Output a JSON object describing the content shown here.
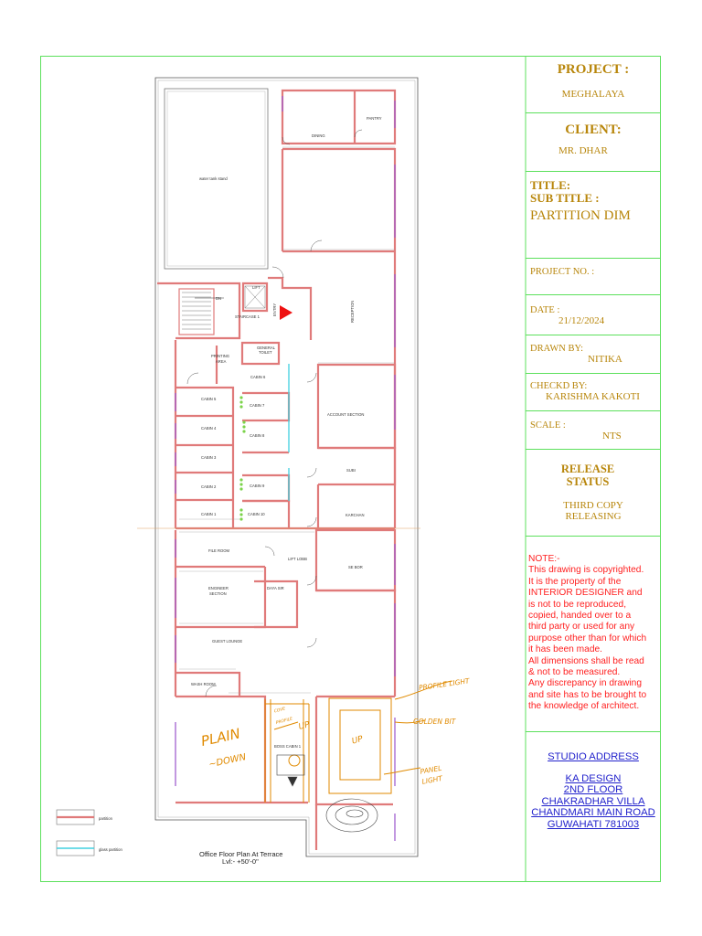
{
  "title_block": {
    "project_label": "PROJECT :",
    "project_value": "MEGHALAYA",
    "client_label": "CLIENT:",
    "client_value": "MR. DHAR",
    "title_label": "TITLE:",
    "subtitle_label": "SUB TITLE :",
    "subtitle_value": "PARTITION DIM",
    "project_no_label": "PROJECT NO. :",
    "date_label": "DATE :",
    "date_value": "21/12/2024",
    "drawn_by_label": "DRAWN BY:",
    "drawn_by_value": "NITIKA",
    "checked_by_label": "CHECKD BY:",
    "checked_by_value": "KARISHMA KAKOTI",
    "scale_label": "SCALE  :",
    "scale_value": "NTS",
    "release_label_1": "RELEASE",
    "release_label_2": "STATUS",
    "release_value_1": "THIRD COPY",
    "release_value_2": "RELEASING",
    "note_lines": [
      "NOTE:-",
      "This drawing is copyrighted.",
      "It is the property of the",
      "INTERIOR DESIGNER and",
      "is not to be reproduced,",
      "copied, handed over to a",
      "third party or used for any",
      "purpose other than for which",
      "it has been made.",
      "All dimensions shall be read",
      "& not to be measured.",
      "Any discrepancy in drawing",
      "and site has to be brought to",
      "the knowledge of architect."
    ],
    "studio_label": "STUDIO ADDRESS",
    "studio_lines": [
      "KA DESIGN",
      "2ND FLOOR",
      "CHAKRADHAR VILLA",
      "CHANDMARI MAIN ROAD",
      "GUWAHATI 781003"
    ]
  },
  "plan": {
    "caption_1": "Office Floor Plan At Terrace",
    "caption_2": "Lvl:- +50'-0\"",
    "legend": [
      {
        "label": "partition",
        "color": "#e07a7a"
      },
      {
        "label": "glass partition",
        "color": "#40d0e0"
      }
    ],
    "rooms": {
      "water_tank": "water tank stand",
      "dining": "DINING",
      "pantry": "PANTRY",
      "lift": "LIFT",
      "entry": "ENTRY",
      "staircase": "STAIRCASE 1",
      "dn": "DN",
      "reception": "RECEPTION",
      "printing": "PRINTING",
      "printing_2": "AREA",
      "general_toilet": "GENERAL",
      "general_toilet_2": "TOILET",
      "cabin_6": "CABIN 6",
      "cabin_5": "CABIN 5",
      "cabin_7": "CABIN 7",
      "cabin_4": "CABIN 4",
      "cabin_8": "CABIN 8",
      "cabin_3": "CABIN 3",
      "cabin_2": "CABIN 2",
      "cabin_9": "CABIN 9",
      "cabin_1": "CABIN 1",
      "cabin_10": "CABIN 10",
      "account_section": "ACCOUNT SECTION",
      "sub": "SUBI",
      "kitchen": "KARCHAN",
      "file_room": "FILE ROOM",
      "lift_lobby": "LIFT LOBB",
      "se_bor": "SE BOR",
      "engineer": "ENGINEER",
      "engineer_2": "SECTION",
      "daya_sir": "DAYA SIR",
      "guest_lounge": "GUEST LOUNGE",
      "wash_room": "WASH ROOM",
      "boss_cabin": "BOSS CABIN 1"
    },
    "annotations": {
      "plain": "PLAIN",
      "down": "~DOWN",
      "profile_light": "PROFILE LIGHT",
      "golden_bit": "GOLDEN BIT",
      "panel_light": "PANEL",
      "panel_light_2": "LIGHT",
      "up_1": "UP",
      "up_2": "UP",
      "cove": "COVE",
      "profile": "PROFILE"
    }
  },
  "colors": {
    "frame": "#5ce05c",
    "partition": "#e07a7a",
    "glass": "#40d0e0",
    "wall_accent": "#a060d0",
    "title_text": "#b8860b",
    "note_text": "#ff2020",
    "studio_text": "#2222cc",
    "annotation": "#e08a00"
  }
}
